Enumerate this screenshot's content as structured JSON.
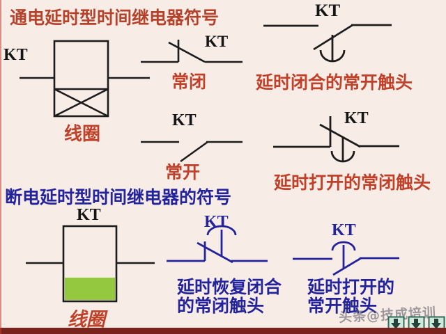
{
  "colors": {
    "background": "#f8ece6",
    "red_text": "#b5432c",
    "blue_text": "#23239b",
    "line_black": "#1c1c1c",
    "coil_green": "#94c83e",
    "bottom_bar": "#7a231d"
  },
  "on_delay_section": {
    "title": "通电延时型时间继电器符号",
    "coil": {
      "ref_label": "KT",
      "name": "线圈"
    },
    "nc_contact": {
      "ref_label": "KT",
      "name": "常闭"
    },
    "no_contact": {
      "ref_label": "KT",
      "name": "常开"
    },
    "delay_close_no_contact": {
      "ref_label": "KT",
      "name": "延时闭合的常开触头"
    },
    "delay_open_nc_contact": {
      "ref_label": "KT",
      "name": "延时打开的常闭触头"
    }
  },
  "off_delay_section": {
    "title": "断电延时型时间继电器的符号",
    "coil": {
      "ref_label": "KT",
      "name": "线圈"
    },
    "delay_reclose_nc_contact": {
      "ref_label": "KT",
      "name_line1": "延时恢复闭合",
      "name_line2": "的常闭触头"
    },
    "delay_open_no_contact": {
      "ref_label": "KT",
      "name_line1": "延时打开的",
      "name_line2": "常开触头"
    }
  },
  "watermark": {
    "text": "头条@技成培训"
  }
}
